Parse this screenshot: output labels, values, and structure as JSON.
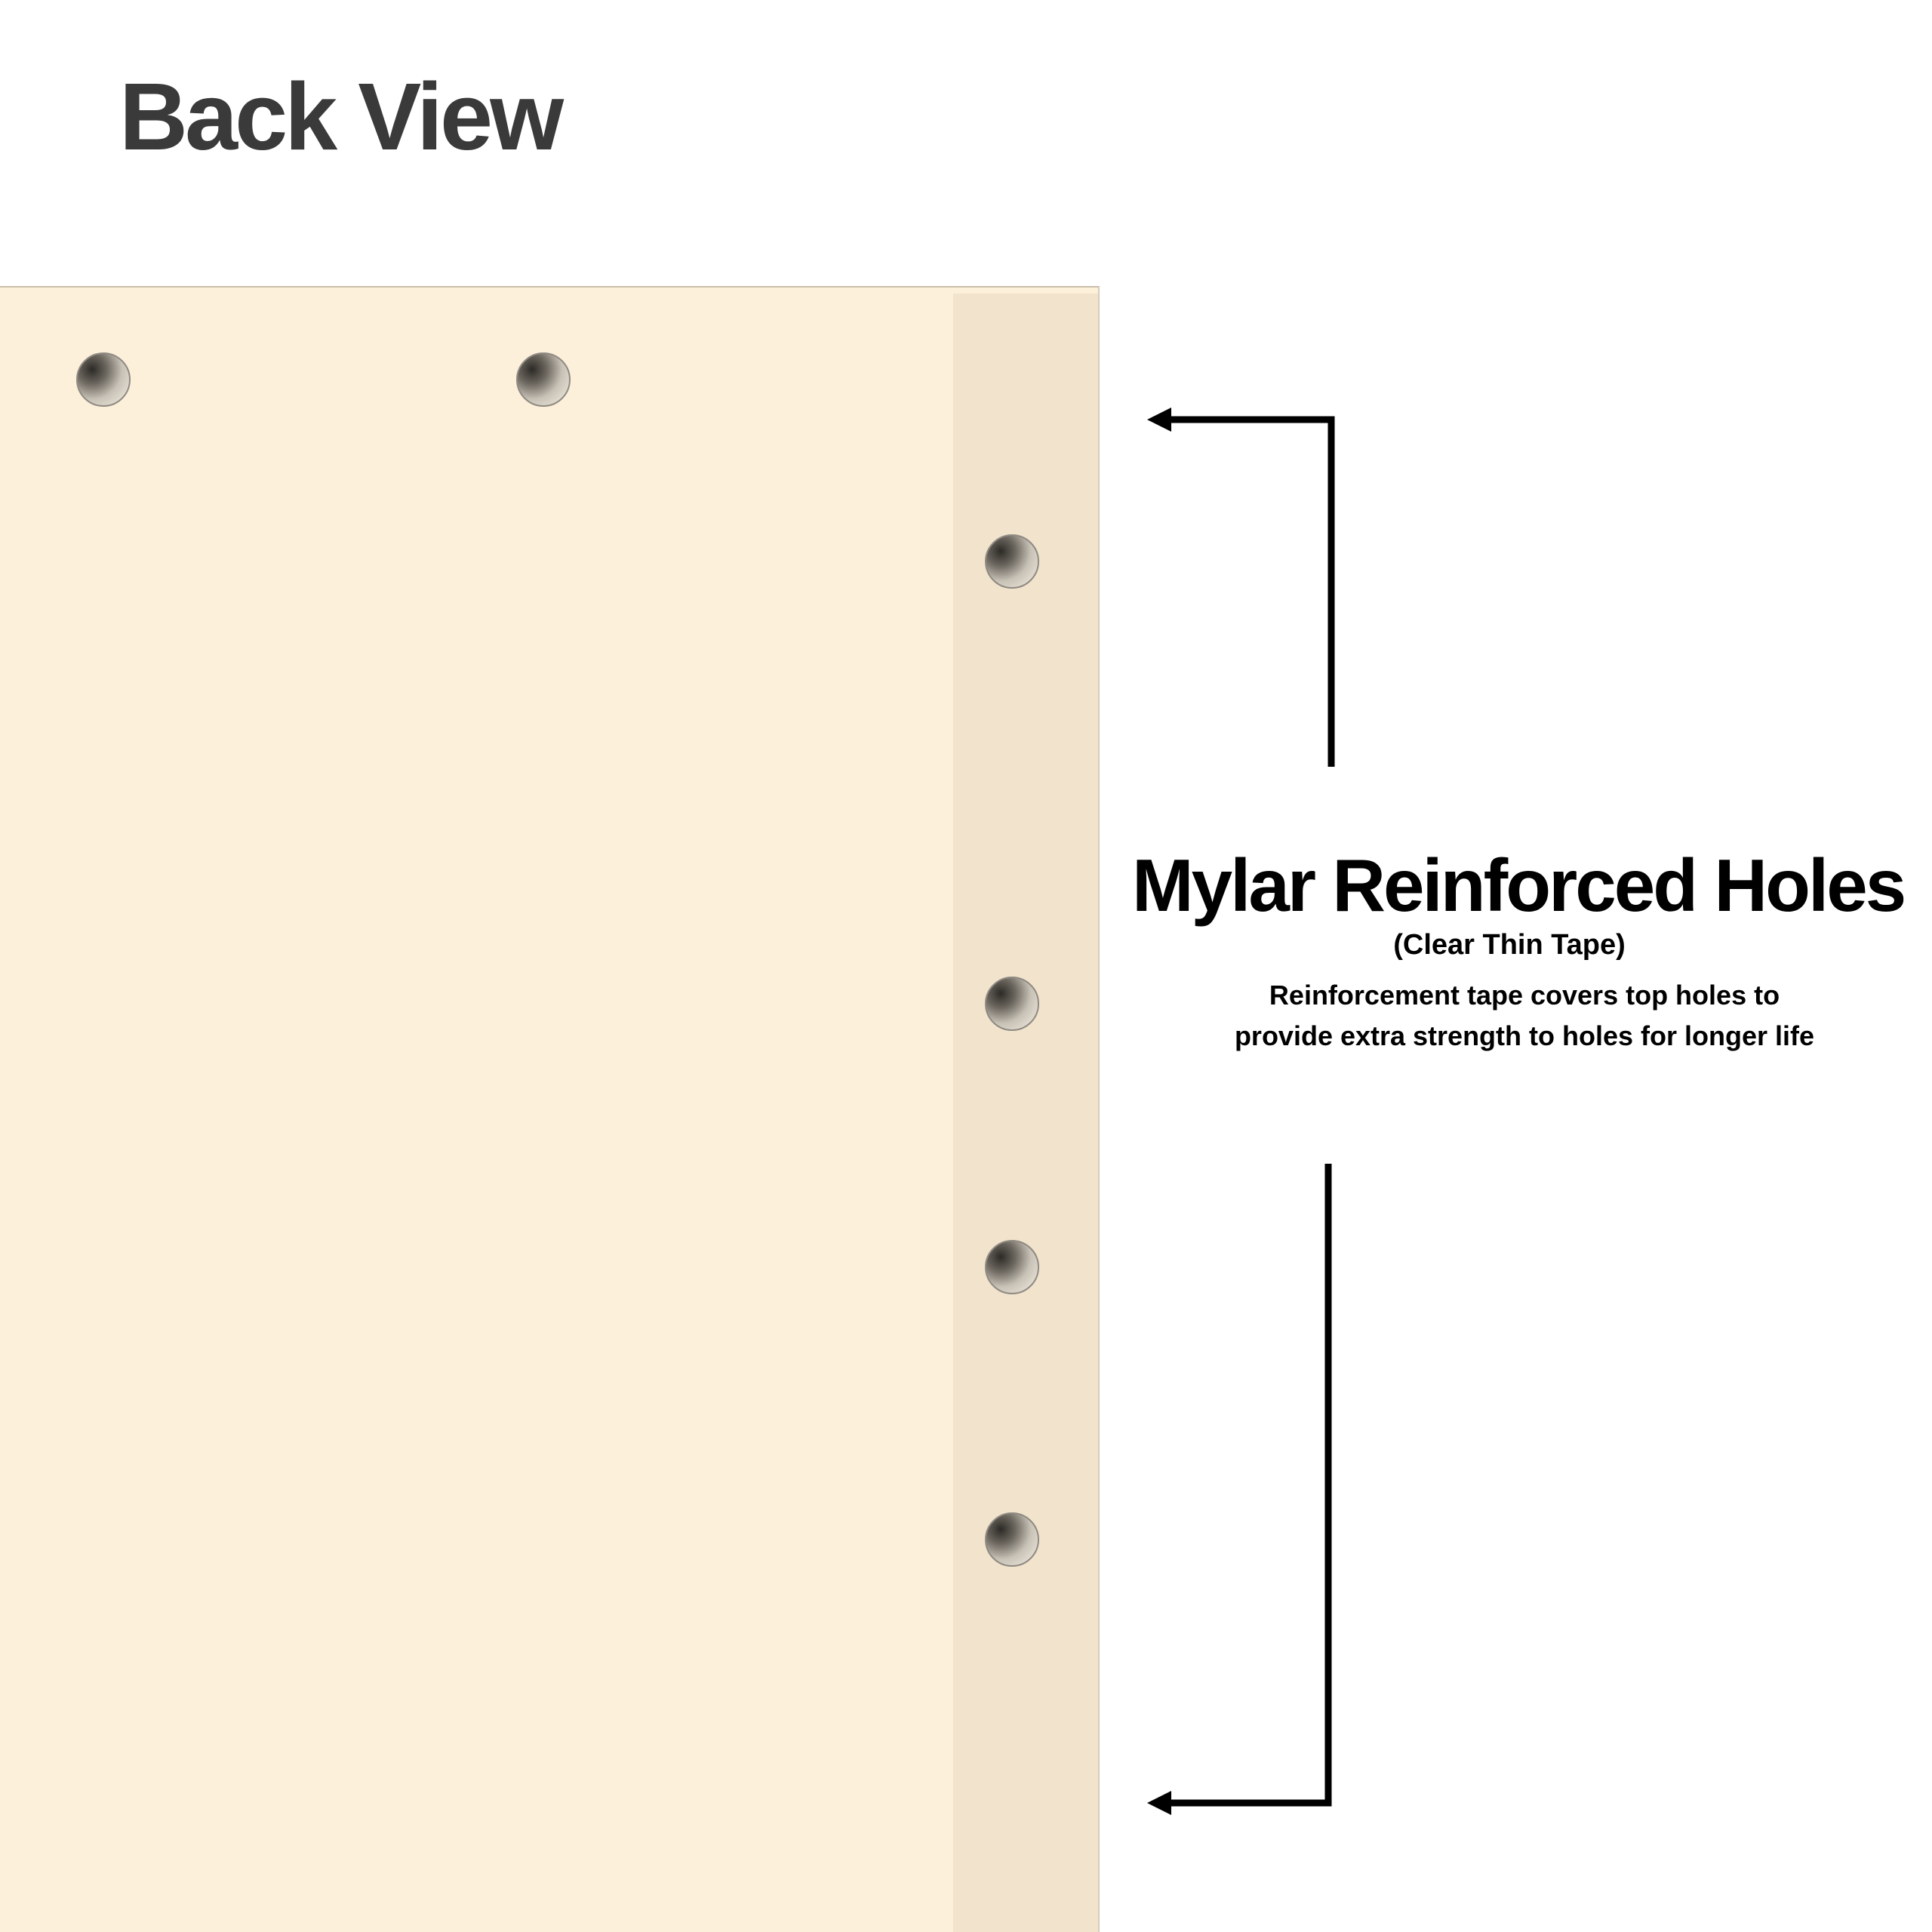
{
  "heading": "Back View",
  "callout": {
    "title": "Mylar Reinforced Holes",
    "subtitle": "(Clear Thin Tape)",
    "description_lines": [
      "Reinforcement tape covers top holes to",
      "provide extra strength to holes for longer life"
    ]
  },
  "colors": {
    "folder": "#fcf0db",
    "tape_strip": "#f1e3cc",
    "heading_text": "#3a3a3a",
    "callout_text": "#000000",
    "arrow": "#000000"
  },
  "icons": {
    "hole": "punched-hole-icon",
    "arrow": "arrowhead-left-icon"
  }
}
